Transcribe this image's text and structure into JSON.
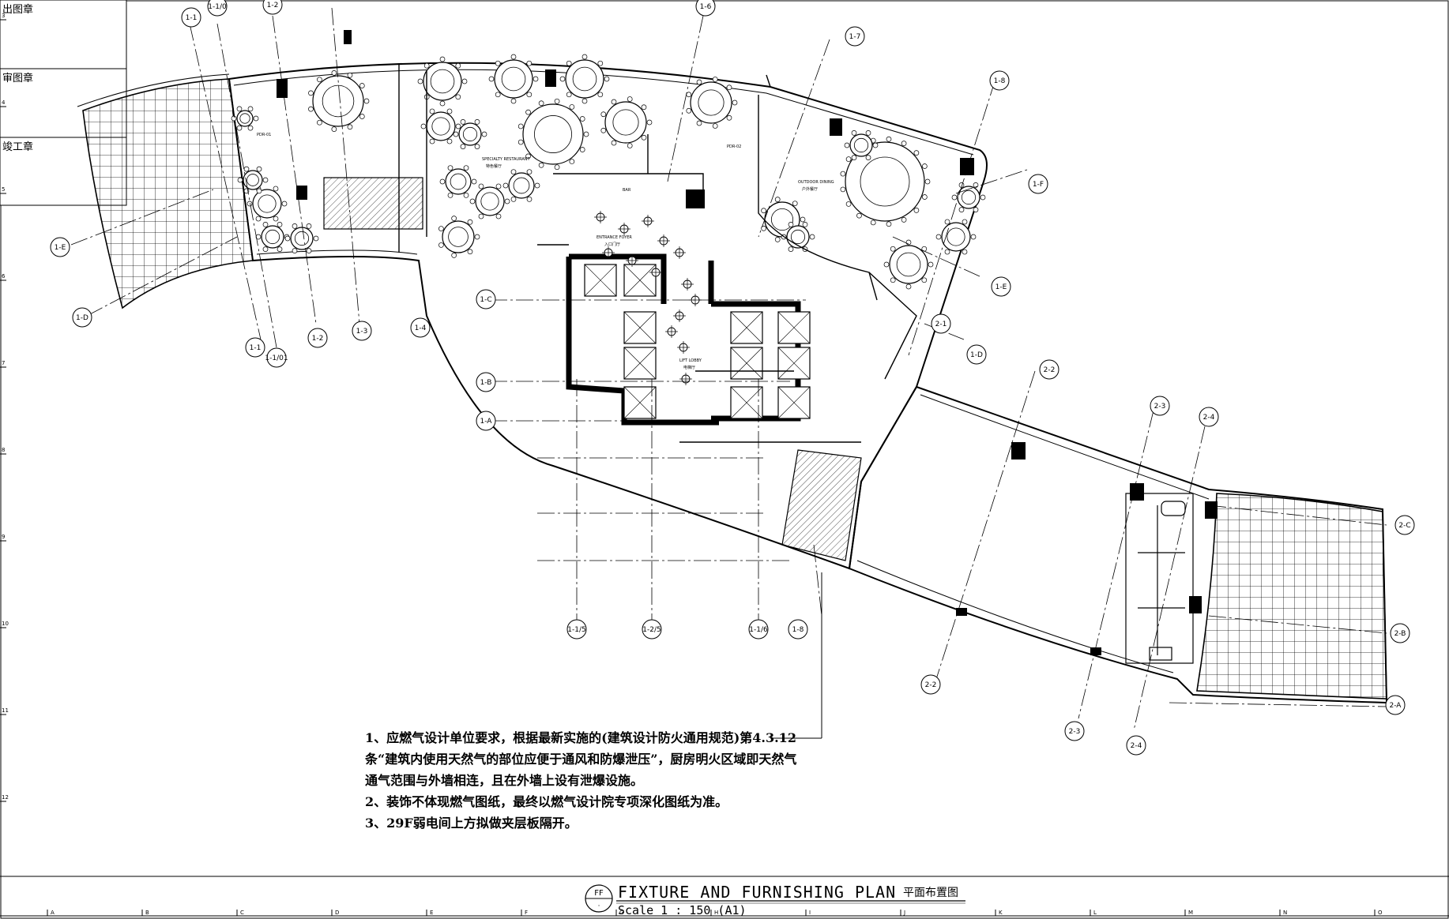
{
  "stamps": {
    "issue_stamp": "出图章",
    "review_stamp": "审图章",
    "completion_stamp": "竣工章"
  },
  "grid_bubbles": {
    "top": [
      "1-1",
      "1-1/0",
      "1-2",
      "1-6",
      "1-7",
      "1-8"
    ],
    "left": [
      "1-E",
      "1-D"
    ],
    "bottom_left": [
      "1-1",
      "1-1/01",
      "1-2",
      "1-3",
      "1-4"
    ],
    "core": [
      "1-C",
      "1-B",
      "1-A"
    ],
    "right_upper": [
      "1-F",
      "1-E",
      "1-D",
      "2-1"
    ],
    "bottom_core": [
      "1-1/5",
      "1-2/5",
      "1-1/6",
      "1-8"
    ],
    "right_wing": [
      "2-2",
      "2-3",
      "2-4",
      "2-2",
      "2-3",
      "2-4",
      "2-C",
      "2-B",
      "2-A"
    ]
  },
  "room_labels": {
    "specialty_restaurant_en": "SPECIALTY RESTAURANT",
    "specialty_restaurant_cn": "特色餐厅",
    "entrance_foyer_en": "ENTRANCE FOYER",
    "entrance_foyer_cn": "入口门厅",
    "lift_lobby_en": "LIFT LOBBY",
    "lift_lobby_cn": "电梯厅",
    "outdoor_dining_en": "OUTDOOR DINING",
    "outdoor_dining_cn": "户外餐厅",
    "pdr_1": "PDR-01",
    "pdr_2": "PDR-02",
    "bar": "BAR"
  },
  "notes": [
    "1、应燃气设计单位要求，根据最新实施的(建筑设计防火通用规范)第4.3.12",
    "条“建筑内使用天然气的部位应便于通风和防爆泄压”，厨房明火区域即天然气",
    "通气范围与外墙相连，且在外墙上设有泄爆设施。",
    "2、装饰不体现燃气图纸，最终以燃气设计院专项深化图纸为准。",
    "3、29F弱电间上方拟做夹层板隔开。"
  ],
  "title_block": {
    "tag": "FF",
    "title_en": "FIXTURE AND FURNISHING PLAN",
    "title_cn": "平面布置图",
    "scale": "Scale 1 : 150 (A1)"
  },
  "margin_ticks": {
    "left": [
      "3",
      "4",
      "5",
      "6",
      "7",
      "8",
      "9",
      "10",
      "11",
      "12"
    ],
    "bottom": [
      "A",
      "B",
      "C",
      "D",
      "E",
      "F",
      "G",
      "H",
      "I",
      "J",
      "K",
      "L",
      "M",
      "N",
      "O"
    ]
  },
  "colors": {
    "ink": "#000000",
    "paper": "#ffffff",
    "hatch": "#555555"
  }
}
